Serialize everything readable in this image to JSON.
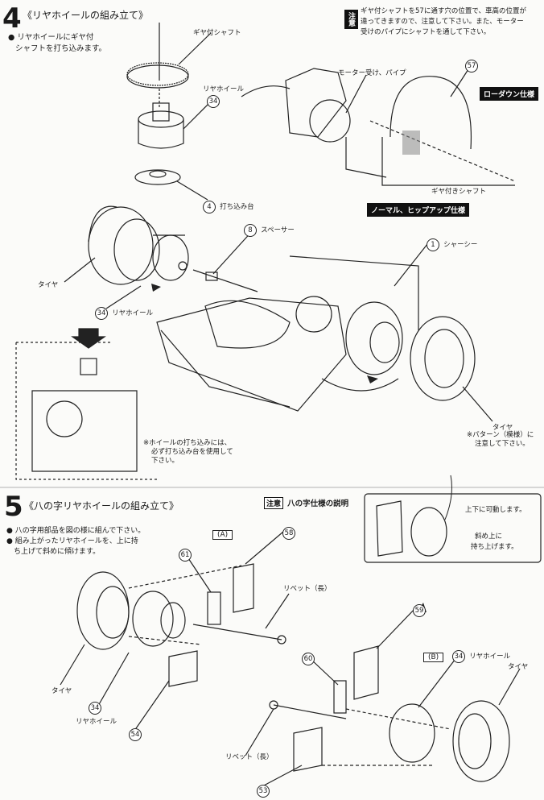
{
  "step4": {
    "number": "4",
    "title": "《リヤホイールの組み立て》",
    "instruction_1": "リヤホイールにギヤ付",
    "instruction_2": "シャフトを打ち込みます。"
  },
  "notice_top": {
    "badge": "注意",
    "line_1": "ギヤ付シャフトを57に通す穴の位置で、車高の位置が",
    "line_2": "違ってきますので、注意して下さい。また、モーター",
    "line_3": "受けのパイプにシャフトを通して下さい。"
  },
  "labels": {
    "gear_shaft": "ギヤ付シャフト",
    "rear_wheel_34": "リヤホイール",
    "part_34": "34",
    "part_4": "4",
    "hammer_base": "打ち込み台",
    "motor_mount_pipe": "モーター受け、パイプ",
    "part_57": "57",
    "lowdown_spec": "ローダウン仕様",
    "gear_shaft_2": "ギヤ付きシャフト",
    "normal_hipup_spec": "ノーマル、ヒップアップ仕様",
    "part_8": "8",
    "spacer": "スペーサー",
    "part_1": "1",
    "chassis": "シャーシー",
    "tire_left": "タイヤ",
    "rear_wheel_lower": "リヤホイール",
    "inset_note_1": "※ホイールの打ち込みには、",
    "inset_note_2": "必ず打ち込み台を使用して",
    "inset_note_3": "下さい。",
    "tire_right": "タイヤ",
    "tread_note_1": "※パターン（模様）に",
    "tread_note_2": "注意して下さい。"
  },
  "step5": {
    "number": "5",
    "title": "《八の字リヤホイールの組み立て》",
    "instruction_1": "八の字用部品を図の様に組んで下さい。",
    "instruction_2": "組み上がったリヤホイールを、上に持",
    "instruction_3": "ち上げて斜めに傾けます。",
    "notice_badge": "注意",
    "notice_title": "八の字仕様の説明",
    "explain_1": "上下に可動します。",
    "explain_2": "斜め上に",
    "explain_3": "持ち上げます。",
    "label_A": "(A)",
    "label_B": "(B)",
    "part_58": "58",
    "part_61": "61",
    "rivet_long_a": "リベット（長）",
    "part_59": "59",
    "part_60": "60",
    "part_34b": "34",
    "rear_wheel_b": "リヤホイール",
    "tire_b": "タイヤ",
    "tire_a": "タイヤ",
    "part_34a": "34",
    "rear_wheel_a": "リヤホイール",
    "part_54": "54",
    "rivet_long_b": "リベット（長）",
    "part_53": "53"
  }
}
